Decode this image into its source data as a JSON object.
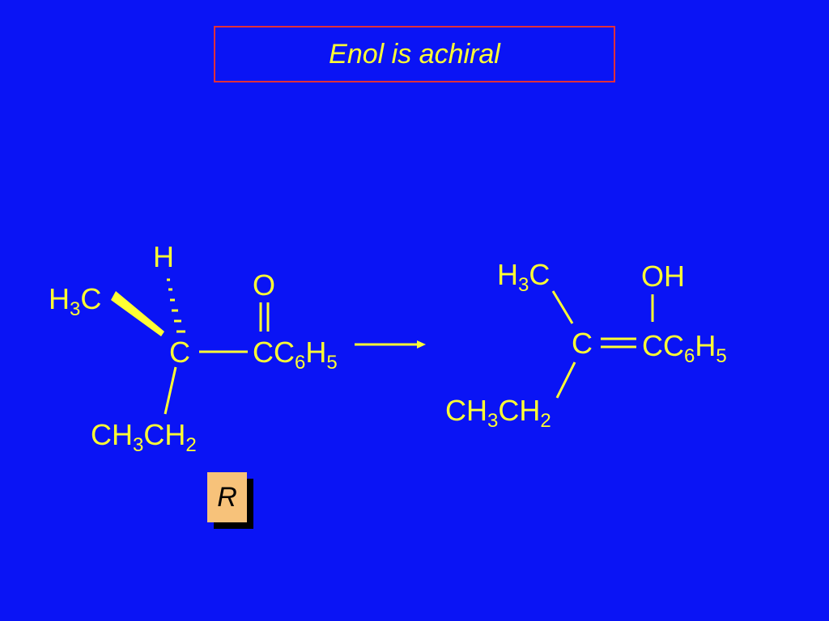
{
  "title": "Enol is achiral",
  "colors": {
    "background": "#0A14F5",
    "text": "#FFFF33",
    "title_border": "#E0303A",
    "config_box": "#F7C27A"
  },
  "ketone": {
    "h": "H",
    "methyl": {
      "main": "H",
      "sub": "3",
      "tail": "C"
    },
    "center_c": "C",
    "carbonyl_o": "O",
    "phenyl_carbon": {
      "a": "CC",
      "sub1": "6",
      "b": "H",
      "sub2": "5"
    },
    "ethyl": {
      "a": "CH",
      "sub1": "3",
      "b": "CH",
      "sub2": "2"
    }
  },
  "enol": {
    "methyl": {
      "main": "H",
      "sub": "3",
      "tail": "C"
    },
    "hydroxyl": "OH",
    "center_c": "C",
    "phenyl_carbon": {
      "a": "CC",
      "sub1": "6",
      "b": "H",
      "sub2": "5"
    },
    "ethyl": {
      "a": "CH",
      "sub1": "3",
      "b": "CH",
      "sub2": "2"
    }
  },
  "configuration": "R"
}
